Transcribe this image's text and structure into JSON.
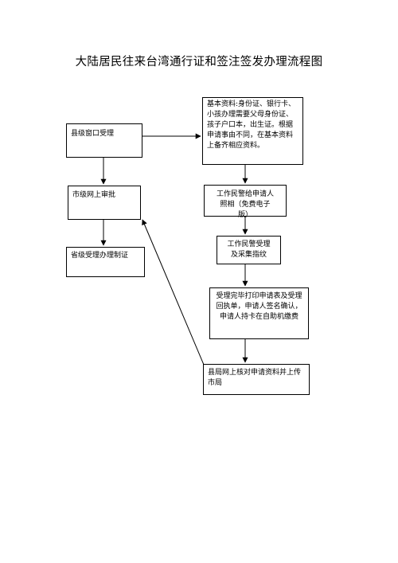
{
  "title": "大陆居民往来台湾通行证和签注签发办理流程图",
  "nodes": {
    "county_window": "县级窗口受理",
    "city_review": "市级网上审批",
    "province_issue": "省级受理办理制证",
    "basic_materials": "基本资料:身份证、银行卡、小孩办理需要父母身份证、孩子户口本，出生证。根据申请事由不同，在基本资料上备齐相应资料。",
    "photo": "工作民警给申请人照相（免费电子版）",
    "fingerprint": "工作民警受理及采集指纹",
    "print_sign_pay": "受理完毕打印申请表及受理回执单，申请人签名确认，申请人持卡在自助机缴费",
    "county_upload": "县局网上核对申请资料并上传市局"
  },
  "colors": {
    "line": "#000000",
    "background": "#ffffff"
  }
}
